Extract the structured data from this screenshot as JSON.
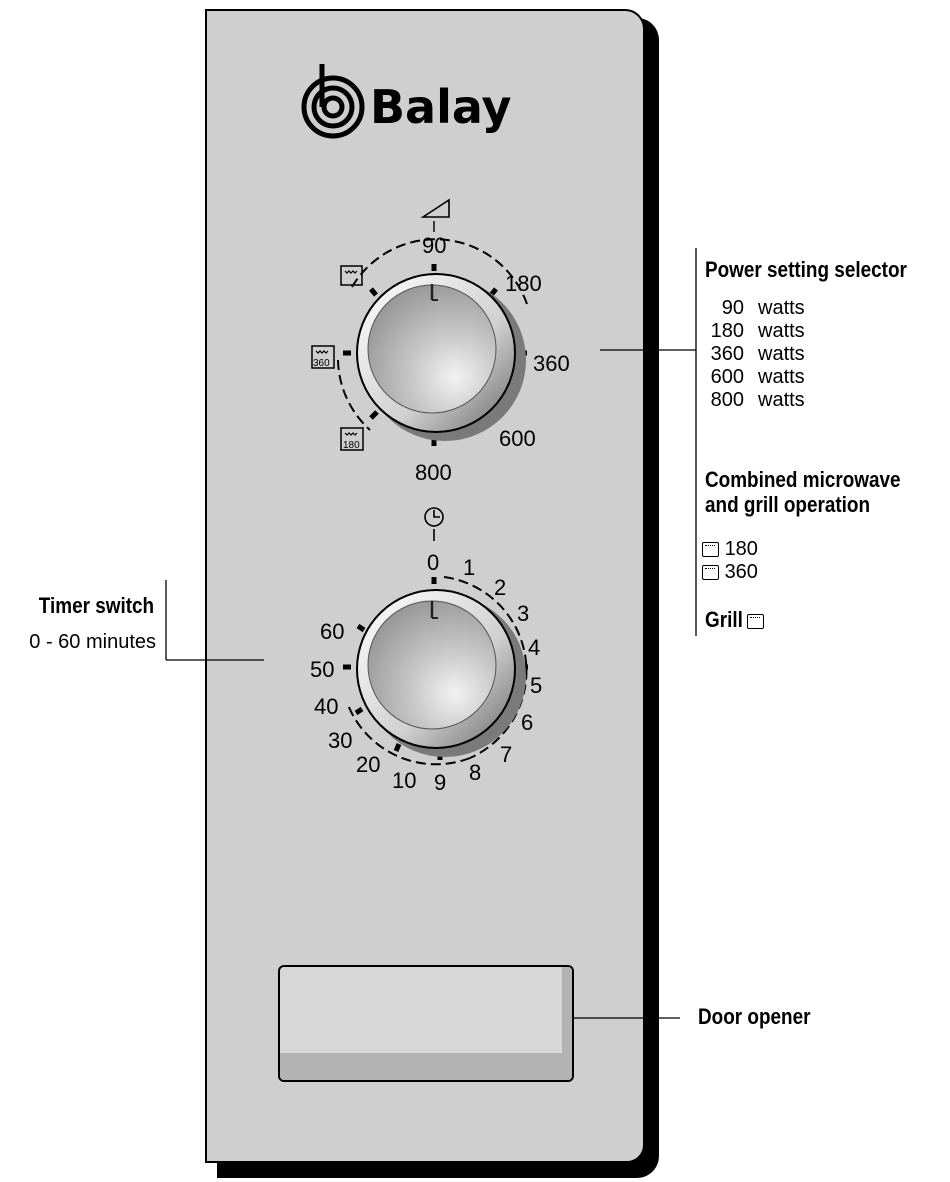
{
  "brand": {
    "name": "Balay"
  },
  "power_knob": {
    "markings": [
      "90",
      "180",
      "360",
      "600",
      "800"
    ],
    "combi_icon_labels": [
      "360",
      "180"
    ]
  },
  "timer_knob": {
    "markings": [
      "0",
      "1",
      "2",
      "3",
      "4",
      "5",
      "6",
      "7",
      "8",
      "9",
      "10",
      "20",
      "30",
      "40",
      "50",
      "60"
    ]
  },
  "callouts": {
    "power": {
      "title": "Power setting selector",
      "rows": [
        {
          "value": "90",
          "unit": "watts"
        },
        {
          "value": "180",
          "unit": "watts"
        },
        {
          "value": "360",
          "unit": "watts"
        },
        {
          "value": "600",
          "unit": "watts"
        },
        {
          "value": "800",
          "unit": "watts"
        }
      ],
      "combined_title_1": "Combined microwave",
      "combined_title_2": "and grill operation",
      "combined_rows": [
        "180",
        "360"
      ],
      "grill_label": "Grill"
    },
    "timer": {
      "title": "Timer switch",
      "subtitle": "0 - 60 minutes"
    },
    "door": {
      "title": "Door opener"
    }
  },
  "colors": {
    "panel": "#cfcfcf",
    "shadow": "#000000",
    "knob": "#d2d2d2"
  }
}
